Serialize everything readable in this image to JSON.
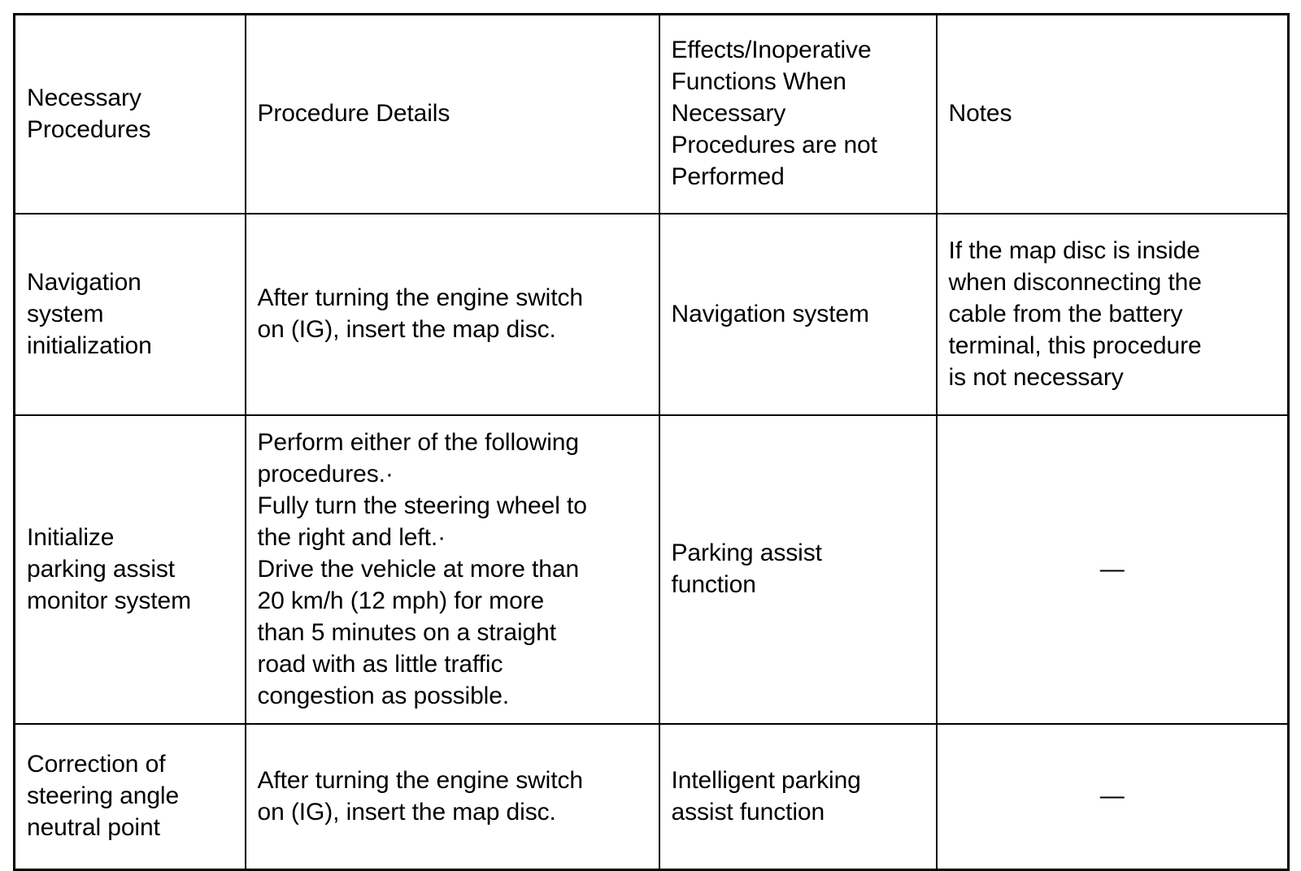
{
  "table": {
    "columns": [
      {
        "key": "necessary_procedures",
        "header": "Necessary\nProcedures"
      },
      {
        "key": "procedure_details",
        "header": "Procedure Details"
      },
      {
        "key": "effects",
        "header": "Effects/Inoperative\nFunctions When\nNecessary\nProcedures are not\nPerformed"
      },
      {
        "key": "notes",
        "header": "Notes"
      }
    ],
    "rows": [
      {
        "necessary_procedures": "Navigation\nsystem\ninitialization",
        "procedure_details": "After turning the engine switch\non (IG), insert the map disc.",
        "effects": "Navigation system",
        "notes": "If the map disc is inside\nwhen disconnecting the\ncable from the battery\nterminal, this procedure\nis not necessary"
      },
      {
        "necessary_procedures": "Initialize\nparking assist\nmonitor system",
        "procedure_details": "Perform either of the following\nprocedures.·\nFully turn the steering wheel to\nthe right and left.·\nDrive the vehicle at more than\n20 km/h (12 mph) for more\nthan 5 minutes on a straight\nroad with as little traffic\ncongestion as possible.",
        "effects": "Parking assist\nfunction",
        "notes": "—"
      },
      {
        "necessary_procedures": "Correction of\nsteering angle\nneutral point",
        "procedure_details": "After turning the engine switch\non (IG), insert the map disc.",
        "effects": "Intelligent parking\nassist function",
        "notes": "—"
      }
    ]
  },
  "colors": {
    "border": "#000000",
    "text": "#000000",
    "background": "#ffffff"
  }
}
